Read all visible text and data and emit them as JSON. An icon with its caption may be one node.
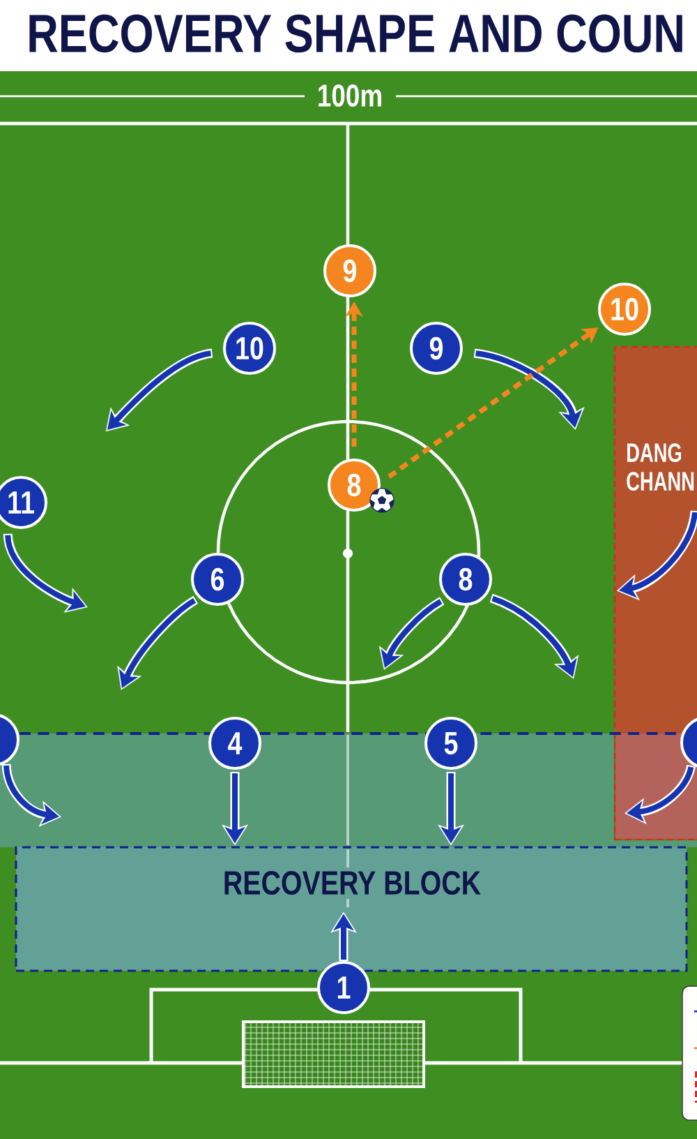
{
  "diagram": {
    "title": "RECOVERY SHAPE AND COUN",
    "nodes": [
      {
        "text": [
          "9"
        ]
      },
      {
        "text": [
          "10"
        ]
      },
      {
        "text": [
          "10"
        ]
      },
      {
        "text": [
          "9"
        ]
      },
      {
        "text": [
          "DANG CHANN"
        ]
      },
      {
        "text": [
          "8"
        ]
      },
      {
        "text": [
          "11"
        ]
      },
      {
        "text": [
          "6"
        ]
      },
      {
        "text": [
          "8"
        ]
      },
      {
        "text": [],
        "shape": "circle"
      },
      {
        "text": [
          "4"
        ]
      },
      {
        "text": [
          "5"
        ]
      },
      {
        "text": [],
        "shape": "circle"
      },
      {
        "text": [
          "RECOVERY BLOCK"
        ]
      },
      {
        "text": [
          "1"
        ]
      }
    ],
    "edges": [
      {
        "from": 5,
        "to": 0,
        "arrow": "to",
        "style": "dashed",
        "color": "#f5861f"
      },
      {
        "from": 5,
        "to": 1,
        "arrow": "to",
        "style": "dashed",
        "color": "#f5861f"
      },
      {
        "from": 2,
        "to": null,
        "arrow": "to"
      },
      {
        "from": 3,
        "to": null,
        "arrow": "to"
      },
      {
        "from": 6,
        "to": null,
        "arrow": "to"
      },
      {
        "from": 7,
        "to": null,
        "arrow": "to"
      },
      {
        "from": 8,
        "to": null,
        "arrow": "to"
      },
      {
        "from": 8,
        "to": null,
        "arrow": "to"
      },
      {
        "from": 9,
        "to": null,
        "arrow": "to"
      },
      {
        "from": 10,
        "to": 13,
        "arrow": "to"
      },
      {
        "from": 11,
        "to": 13,
        "arrow": "to"
      },
      {
        "from": 14,
        "to": 13,
        "arrow": "to"
      },
      {
        "from": 12,
        "to": 4,
        "arrow": "to"
      }
    ],
    "labels": [
      "100m"
    ]
  }
}
